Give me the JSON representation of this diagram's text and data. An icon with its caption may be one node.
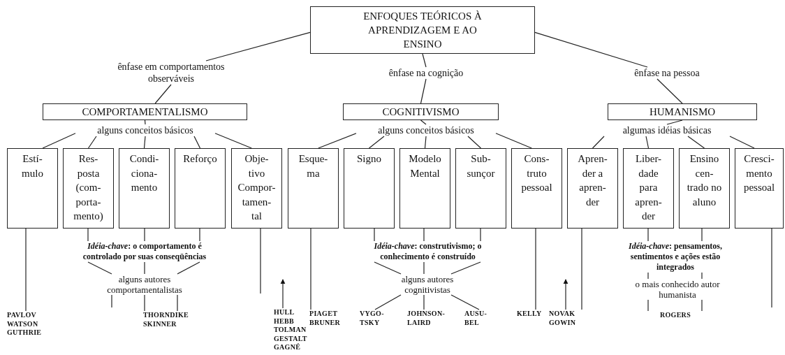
{
  "diagram": {
    "nodes": [
      {
        "text": [
          "ENFOQUES TEÓRICOS À APRENDIZAGEM E AO ENSINO"
        ]
      },
      {
        "text": [
          "ênfase em comportamentos observáveis"
        ]
      },
      {
        "text": [
          "ênfase na cognição"
        ]
      },
      {
        "text": [
          "ênfase na pessoa"
        ]
      },
      {
        "text": [
          "COMPORTAMENTALISMO"
        ]
      },
      {
        "text": [
          "COGNITIVISMO"
        ]
      },
      {
        "text": [
          "HUMANISMO"
        ]
      },
      {
        "text": [
          "alguns conceitos básicos"
        ]
      },
      {
        "text": [
          "alguns conceitos básicos"
        ]
      },
      {
        "text": [
          "algumas idéias básicas"
        ]
      },
      {
        "text": [
          "Estí- mulo"
        ]
      },
      {
        "text": [
          "Res- posta (com- porta- mento)"
        ]
      },
      {
        "text": [
          "Condi- ciona- mento"
        ]
      },
      {
        "text": [
          "Reforço"
        ]
      },
      {
        "text": [
          "Obje- tivo Compor- tamen- tal"
        ]
      },
      {
        "text": [
          "Esque- ma"
        ]
      },
      {
        "text": [
          "Signo"
        ]
      },
      {
        "text": [
          "Modelo Mental"
        ]
      },
      {
        "text": [
          "Sub- sunçor"
        ]
      },
      {
        "text": [
          "Cons- truto pessoal"
        ]
      },
      {
        "text": [
          "Apren- der a apren- der"
        ]
      },
      {
        "text": [
          "Liber- dade para apren- der"
        ]
      },
      {
        "text": [
          "Ensino cen- trado no aluno"
        ]
      },
      {
        "text": [
          "Cresci- mento pessoal"
        ]
      },
      {
        "text": [
          "*Idéia-chave*: o comportamento é controlado por suas conseqüências"
        ]
      },
      {
        "text": [
          "alguns autores comportamentalistas"
        ]
      },
      {
        "text": [
          "PAVLOV WATSON GUTHRIE"
        ]
      },
      {
        "text": [
          "THORNDIKE SKINNER"
        ]
      },
      {
        "text": [
          "HULL HEBB TOLMAN GESTALT GAGNÉ"
        ]
      },
      {
        "text": [
          "PIAGET BRUNER"
        ]
      },
      {
        "text": [
          "*Idéia-chave*: construtivismo; o conhecimento é construído"
        ]
      },
      {
        "text": [
          "alguns autores cognitivistas"
        ]
      },
      {
        "text": [
          "VYGO- TSKY"
        ]
      },
      {
        "text": [
          "JOHNSON- LAIRD"
        ]
      },
      {
        "text": [
          "AUSU- BEL"
        ]
      },
      {
        "text": [
          "KELLY"
        ]
      },
      {
        "text": [
          "NOVAK GOWIN"
        ]
      },
      {
        "text": [
          "*Idéia-chave*: pensamentos, sentimentos e ações estão integrados"
        ]
      },
      {
        "text": [
          "o mais conhecido autor humanista"
        ]
      },
      {
        "text": [
          "ROGERS"
        ]
      }
    ],
    "edges": [
      {
        "from": 0,
        "to": 1,
        "arrow": "none"
      },
      {
        "from": 1,
        "to": 4,
        "arrow": "none"
      },
      {
        "from": 0,
        "to": 2,
        "arrow": "none"
      },
      {
        "from": 2,
        "to": 5,
        "arrow": "none"
      },
      {
        "from": 0,
        "to": 3,
        "arrow": "none"
      },
      {
        "from": 3,
        "to": 6,
        "arrow": "none"
      },
      {
        "from": 4,
        "to": 7,
        "arrow": "none"
      },
      {
        "from": 7,
        "to": 10,
        "arrow": "none"
      },
      {
        "from": 7,
        "to": 11,
        "arrow": "none"
      },
      {
        "from": 7,
        "to": 12,
        "arrow": "none"
      },
      {
        "from": 7,
        "to": 13,
        "arrow": "none"
      },
      {
        "from": 7,
        "to": 14,
        "arrow": "none"
      },
      {
        "from": 5,
        "to": 8,
        "arrow": "none"
      },
      {
        "from": 8,
        "to": 15,
        "arrow": "none"
      },
      {
        "from": 8,
        "to": 16,
        "arrow": "none"
      },
      {
        "from": 8,
        "to": 17,
        "arrow": "none"
      },
      {
        "from": 8,
        "to": 18,
        "arrow": "none"
      },
      {
        "from": 8,
        "to": 19,
        "arrow": "none"
      },
      {
        "from": 6,
        "to": 9,
        "arrow": "none"
      },
      {
        "from": 9,
        "to": 20,
        "arrow": "none"
      },
      {
        "from": 9,
        "to": 21,
        "arrow": "none"
      },
      {
        "from": 9,
        "to": 22,
        "arrow": "none"
      },
      {
        "from": 9,
        "to": 23,
        "arrow": "none"
      },
      {
        "from": 10,
        "to": 26,
        "arrow": "none"
      },
      {
        "from": 11,
        "to": 24,
        "arrow": "none"
      },
      {
        "from": 12,
        "to": 24,
        "arrow": "none"
      },
      {
        "from": 13,
        "to": 24,
        "arrow": "none"
      },
      {
        "from": 24,
        "to": 25,
        "arrow": "none"
      },
      {
        "from": 24,
        "to": 25,
        "arrow": "none"
      },
      {
        "from": 24,
        "to": 25,
        "arrow": "none"
      },
      {
        "from": 25,
        "to": null,
        "arrow": "none"
      },
      {
        "from": 25,
        "to": 27,
        "arrow": "none"
      },
      {
        "from": 25,
        "to": 27,
        "arrow": "none"
      },
      {
        "from": 14,
        "to": null,
        "arrow": "none"
      },
      {
        "from": 28,
        "to": null,
        "arrow": "to"
      },
      {
        "from": 15,
        "to": 29,
        "arrow": "none"
      },
      {
        "from": 16,
        "to": 30,
        "arrow": "none"
      },
      {
        "from": 17,
        "to": 30,
        "arrow": "none"
      },
      {
        "from": 18,
        "to": 30,
        "arrow": "none"
      },
      {
        "from": 30,
        "to": 31,
        "arrow": "none"
      },
      {
        "from": 30,
        "to": 31,
        "arrow": "none"
      },
      {
        "from": 30,
        "to": 31,
        "arrow": "none"
      },
      {
        "from": 31,
        "to": 32,
        "arrow": "none"
      },
      {
        "from": 31,
        "to": 33,
        "arrow": "none"
      },
      {
        "from": 31,
        "to": 34,
        "arrow": "none"
      },
      {
        "from": 19,
        "to": 35,
        "arrow": "none"
      },
      {
        "from": 36,
        "to": null,
        "arrow": "to"
      },
      {
        "from": 20,
        "to": 36,
        "arrow": "none"
      },
      {
        "from": 21,
        "to": 37,
        "arrow": "none"
      },
      {
        "from": 22,
        "to": 37,
        "arrow": "none"
      },
      {
        "from": 37,
        "to": 38,
        "arrow": "none"
      },
      {
        "from": 37,
        "to": 38,
        "arrow": "none"
      },
      {
        "from": 38,
        "to": 39,
        "arrow": "none"
      },
      {
        "from": 38,
        "to": 39,
        "arrow": "none"
      },
      {
        "from": 23,
        "to": null,
        "arrow": "none"
      }
    ]
  }
}
